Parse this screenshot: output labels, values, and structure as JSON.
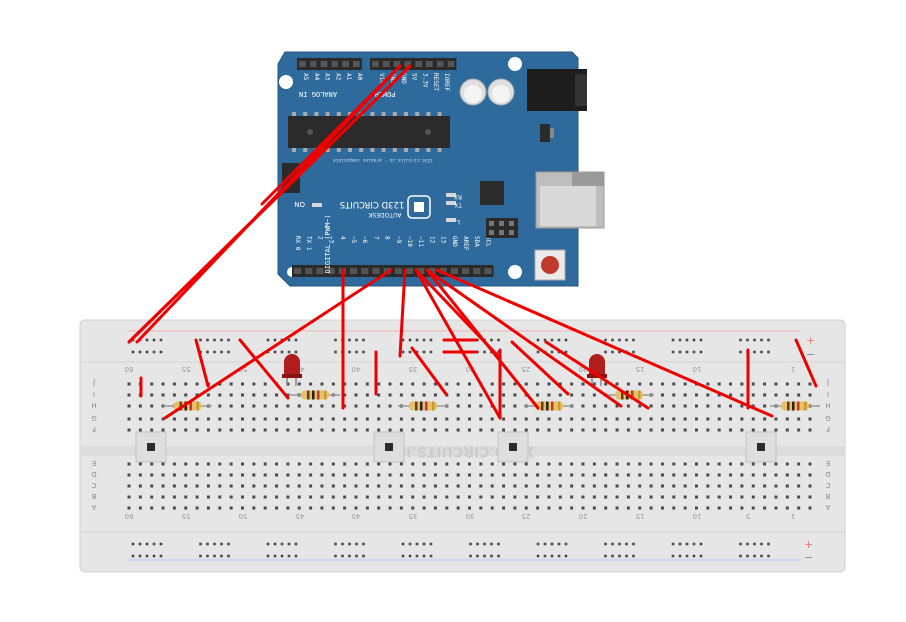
{
  "arduino": {
    "label_analog_in": "ANALOG IN",
    "analog_pins": [
      "A0",
      "A1",
      "A2",
      "A3",
      "A4",
      "A5"
    ],
    "label_power": "POWER",
    "power_pins": [
      "IOREF",
      "RESET",
      "3.3V",
      "5V",
      "GND",
      "GND",
      "Vin"
    ],
    "label_on": "ON",
    "brand": "AUTODESK",
    "product": "123D CIRCUITS",
    "compat_note": "123d.circuits.io - arduino compatible",
    "label_digital": "DIGITAL (PWM~)",
    "digital_pins": [
      "RX 0",
      "TX 1",
      "2",
      "~3",
      "4",
      "~5",
      "~6",
      "7",
      "8",
      "~9",
      "~10",
      "~11",
      "12",
      "13",
      "GND",
      "AREF",
      "SDA",
      "SCL"
    ],
    "led_labels": [
      "TX",
      "RX",
      "L"
    ],
    "colors": {
      "board": "#2e6a9c",
      "header": "#2b2b2b",
      "reset": "#c0392b"
    }
  },
  "breadboard": {
    "row_letters_top": [
      "J",
      "I",
      "H",
      "G",
      "F"
    ],
    "row_letters_bottom": [
      "E",
      "D",
      "C",
      "B",
      "A"
    ],
    "column_numbers": [
      "60",
      "55",
      "50",
      "45",
      "40",
      "35",
      "30",
      "25",
      "20",
      "15",
      "10",
      "5",
      "1"
    ],
    "rail_plus": "+",
    "rail_minus": "−",
    "watermark": "123D.CIRCUITS.IO",
    "colors": {
      "body": "#e6e6e6",
      "hole": "#4a4a4a",
      "rail_red": "#e55",
      "rail_blue": "#46c"
    }
  },
  "components": {
    "leds": [
      {
        "color": "#b01d1d"
      },
      {
        "color": "#b01d1d"
      }
    ],
    "resistor_count": 6,
    "button_count": 4,
    "wire_color": "#ee0000"
  }
}
